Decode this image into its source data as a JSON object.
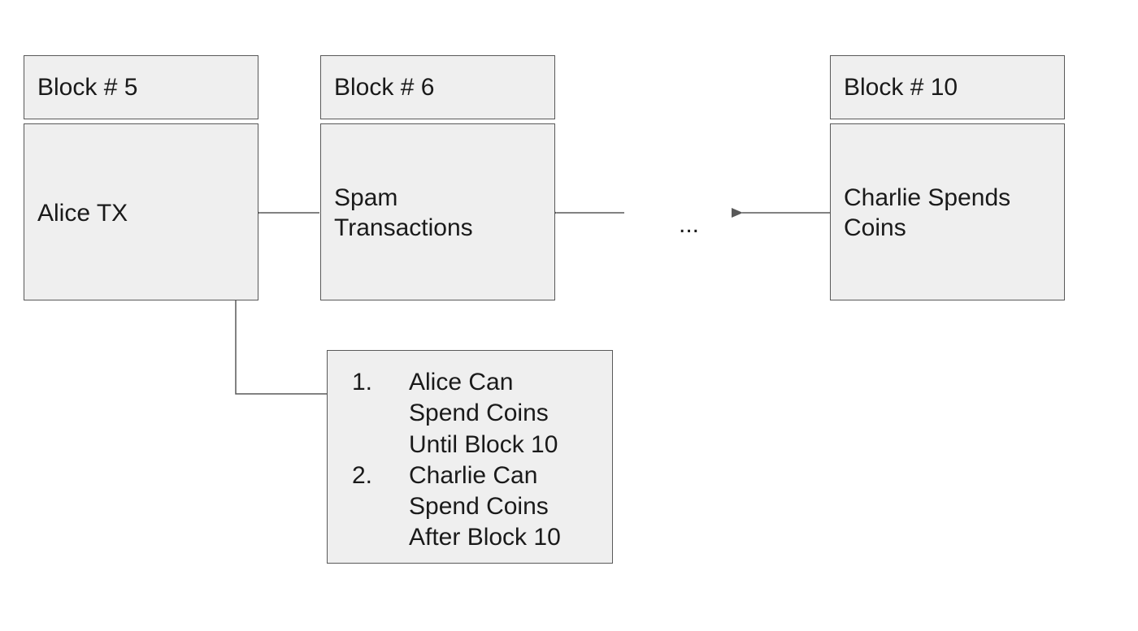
{
  "blocks": [
    {
      "header": "Block # 5",
      "content": [
        "Alice TX"
      ]
    },
    {
      "header": "Block # 6",
      "content": [
        "Spam",
        "Transactions"
      ]
    },
    {
      "header": "Block # 10",
      "content": [
        "Charlie Spends",
        "Coins"
      ]
    }
  ],
  "ellipsis": "...",
  "note": {
    "items": [
      {
        "number": "1.",
        "lines": [
          "Alice Can",
          "Spend Coins",
          "Until Block 10"
        ]
      },
      {
        "number": "2.",
        "lines": [
          "Charlie Can",
          "Spend Coins",
          "After Block 10"
        ]
      }
    ]
  },
  "colors": {
    "box_fill": "#efefef",
    "box_border": "#595959",
    "connector": "#595959",
    "text": "#1a1a1a"
  }
}
